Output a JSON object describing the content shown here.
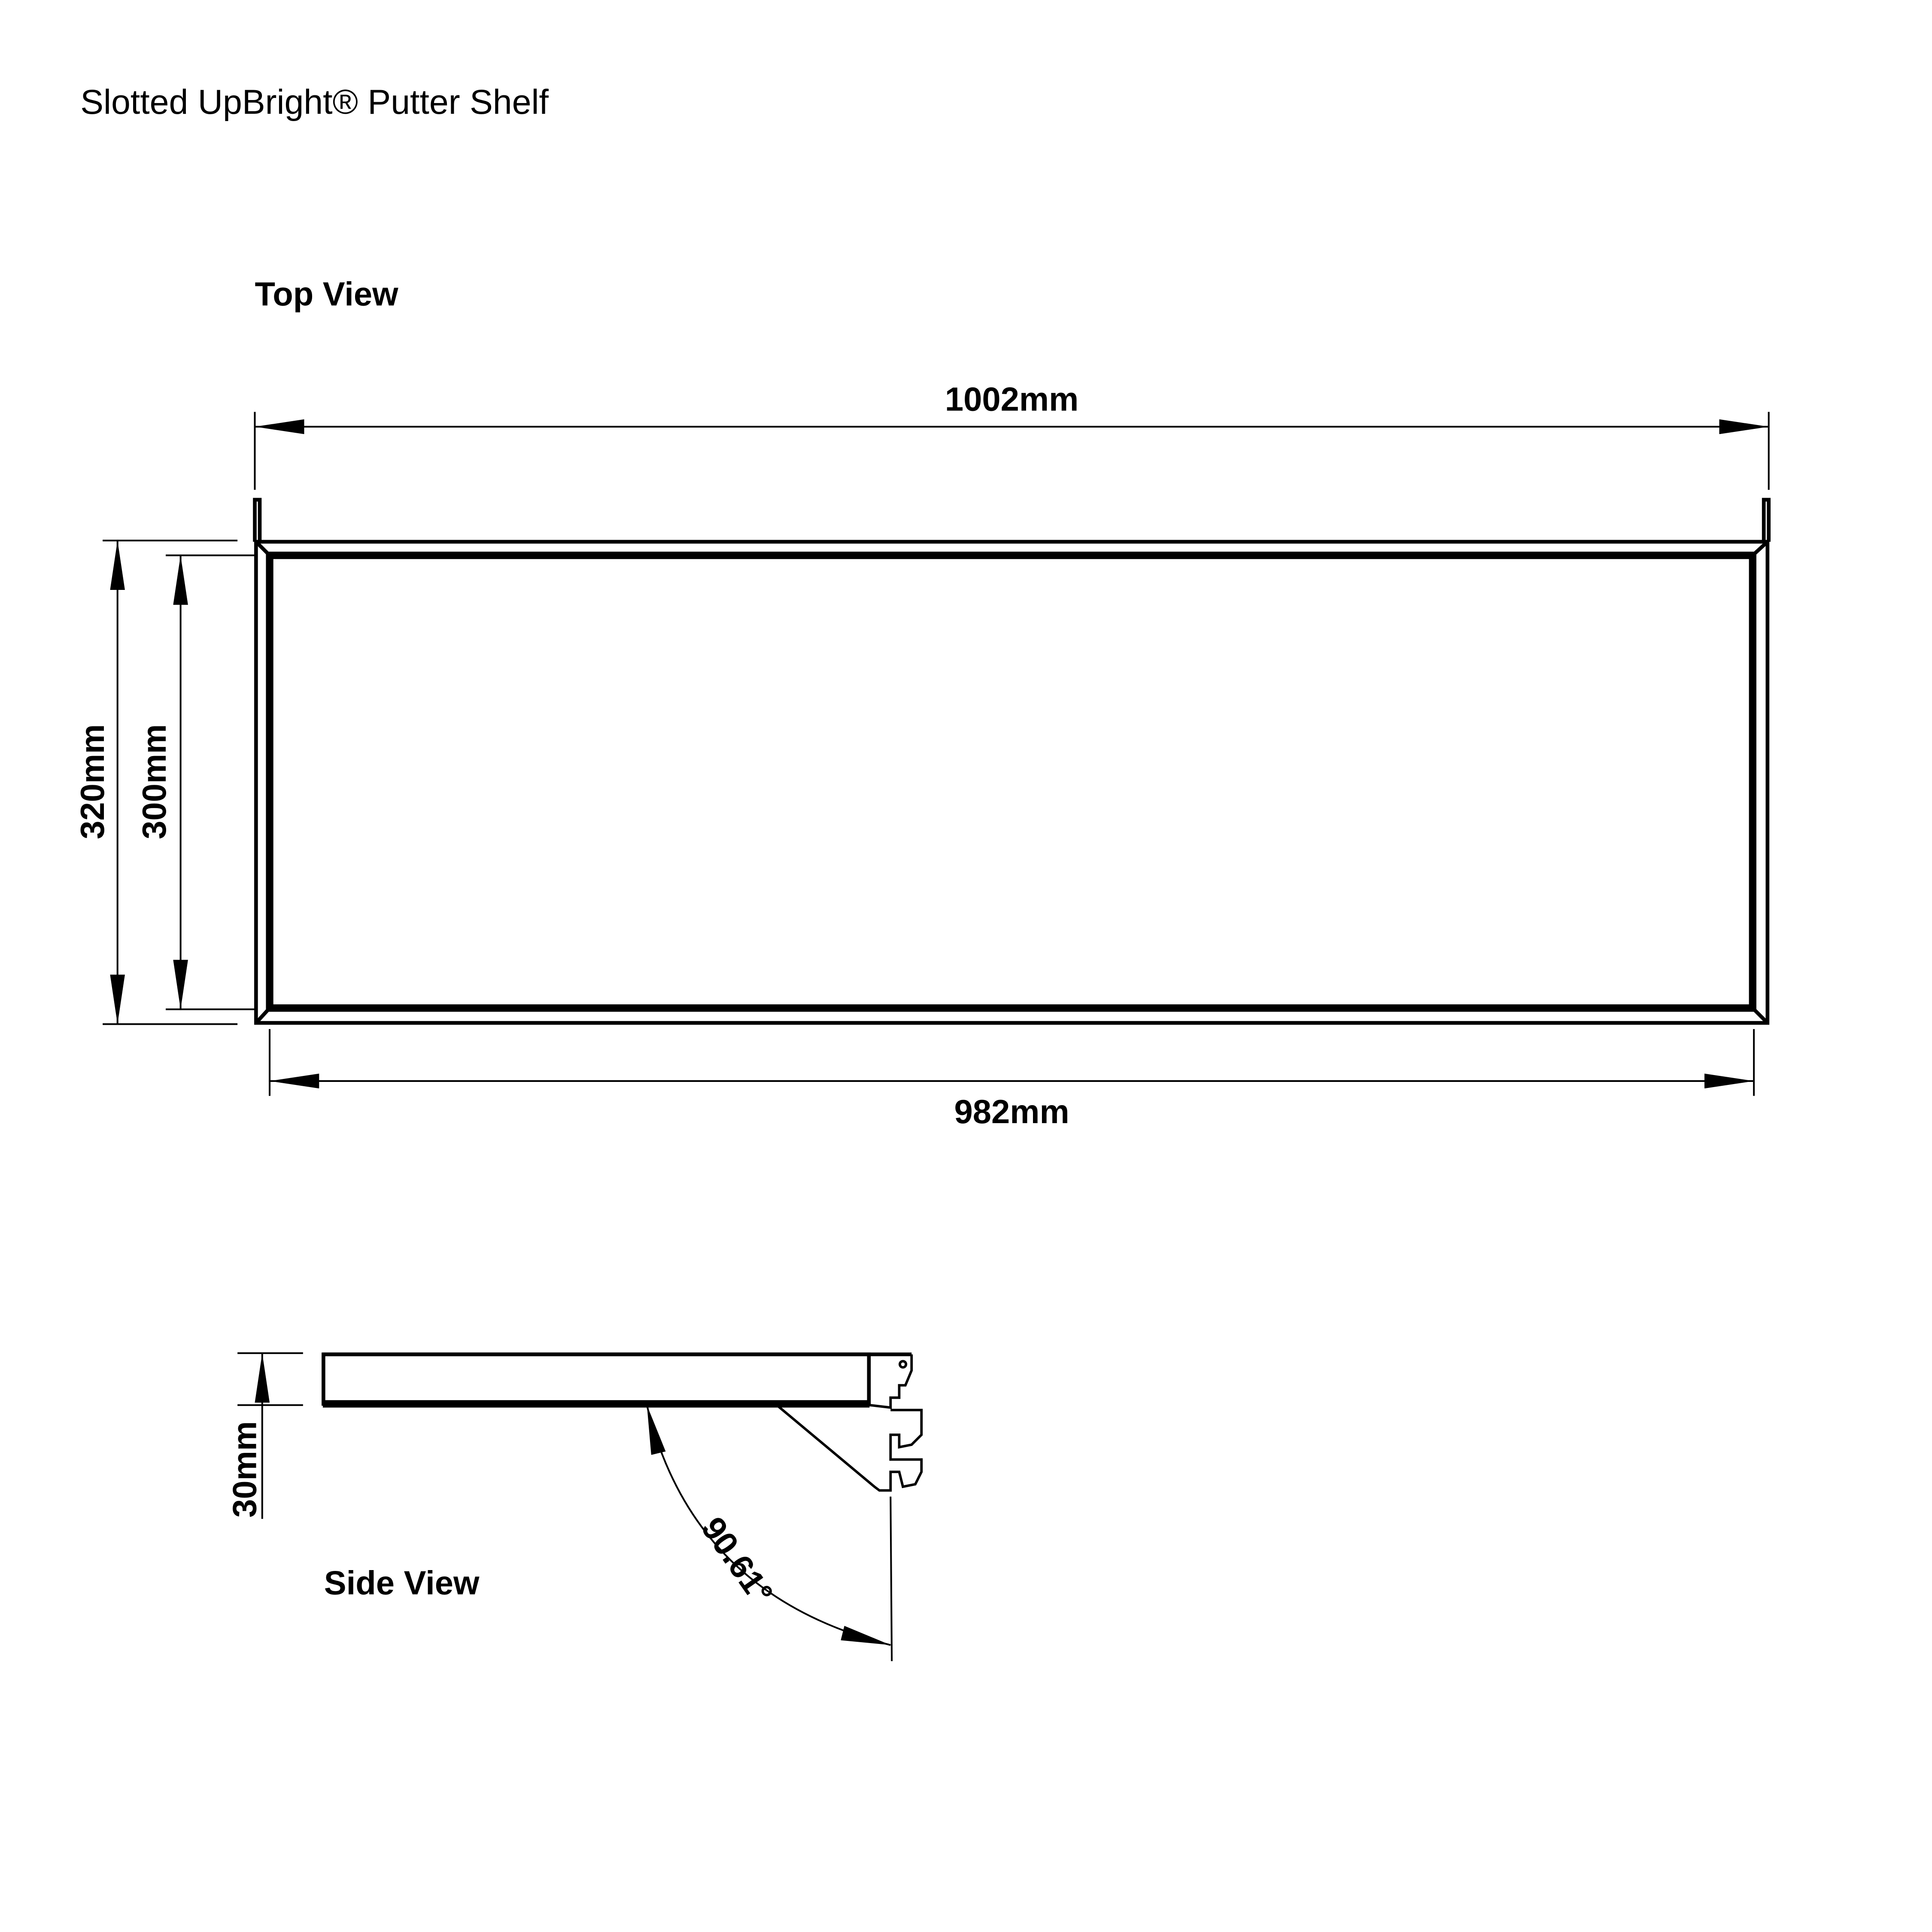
{
  "title": "Slotted UpBright® Putter Shelf",
  "top_view": {
    "label": "Top View",
    "dimensions": {
      "overall_width": "1002mm",
      "inner_width": "982mm",
      "overall_depth": "320mm",
      "inner_depth": "300mm"
    }
  },
  "side_view": {
    "label": "Side View",
    "dimensions": {
      "height": "30mm",
      "angle": "90.61°"
    }
  },
  "colors": {
    "line": "#000000",
    "background": "#ffffff"
  }
}
